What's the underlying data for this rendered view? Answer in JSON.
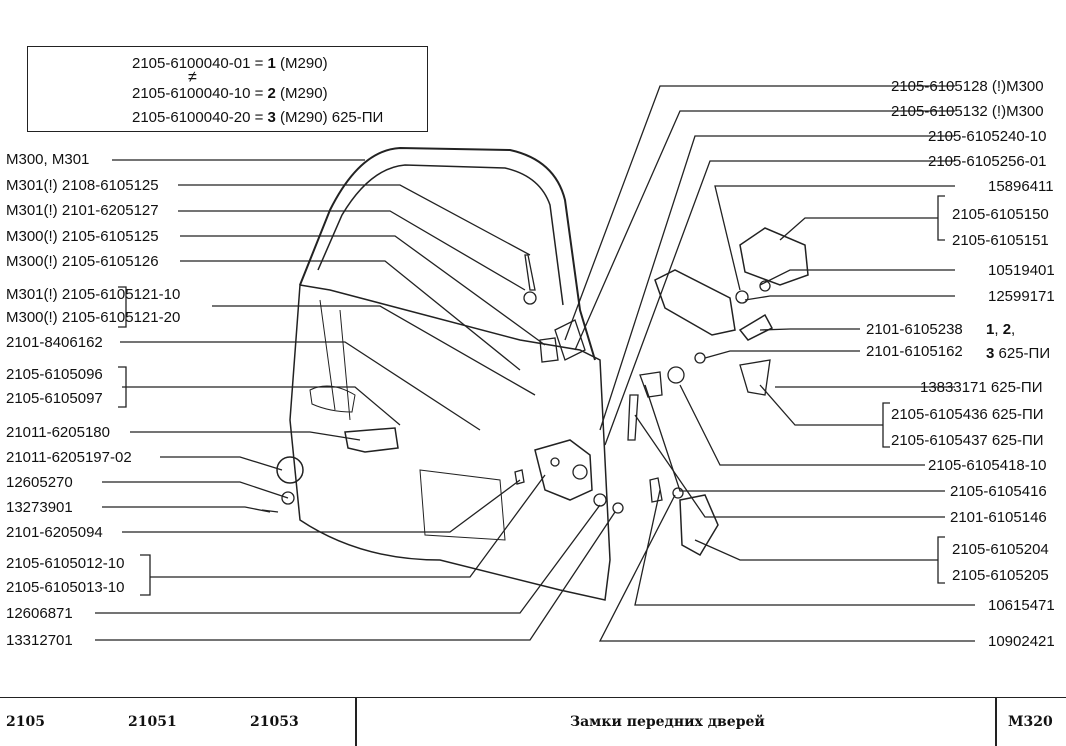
{
  "legend": {
    "line1": "2105-6100040-01 = ",
    "line1_num": "1",
    "line1_suffix": " (М290)",
    "not_equal": "≠",
    "line2": "2105-6100040-10 = ",
    "line2_num": "2",
    "line2_suffix": " (М290)",
    "line3": "2105-6100040-20 = ",
    "line3_num": "3",
    "line3_suffix": " (М290) 625-ПИ"
  },
  "left_labels": [
    "М300, М301",
    "М301(!) 2108-6105125",
    "М301(!) 2101-6205127",
    "М300(!) 2105-6105125",
    "М300(!) 2105-6105126",
    "М301(!) 2105-6105121-10",
    "М300(!) 2105-6105121-20",
    "2101-8406162",
    "2105-6105096",
    "2105-6105097",
    "21011-6205180",
    "21011-6205197-02",
    "12605270",
    "13273901",
    "2101-6205094",
    "2105-6105012-10",
    "2105-6105013-10",
    "12606871",
    "13312701"
  ],
  "right_labels": [
    "2105-6105128 (!)М300",
    "2105-6105132 (!)М300",
    "2105-6105240-10",
    "2105-6105256-01",
    "15896411",
    "2105-6105150",
    "2105-6105151",
    "10519401",
    "12599171",
    "2101-6105238",
    "2101-6105162",
    "13833171  625-ПИ",
    "2105-6105436 625-ПИ",
    "2105-6105437 625-ПИ",
    "2105-6105418-10",
    "2105-6105416",
    "2101-6105146",
    "2105-6105204",
    "2105-6105205",
    "10615471",
    "10902421"
  ],
  "variant_note": {
    "n1": "1",
    "comma1": ", ",
    "n2": "2",
    "comma2": ",",
    "n3": "3",
    "suffix": " 625-ПИ"
  },
  "footer": {
    "model1": "2105",
    "model2": "21051",
    "model3": "21053",
    "title": "Замки передних дверей",
    "code": "М320"
  }
}
